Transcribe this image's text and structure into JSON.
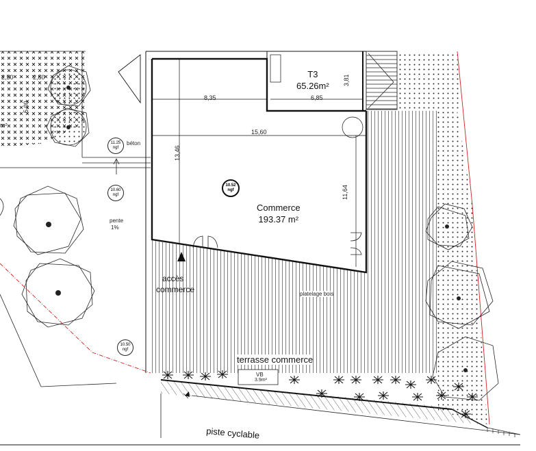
{
  "colors": {
    "line": "#111111",
    "boundary": "#cc2222",
    "hatch": "#222222"
  },
  "rooms": {
    "t3": {
      "name": "T3",
      "area": "65.26m²"
    },
    "commerce": {
      "name": "Commerce",
      "area": "193.37 m²"
    }
  },
  "dimensions": {
    "d835": "8,35",
    "d685": "6,85",
    "d1560": "15,60",
    "d1346": "13,46",
    "d1164": "11,64",
    "d381": "3,81",
    "d250a": "2,50",
    "d250b": "2,50",
    "d500": "5,00"
  },
  "levels": {
    "l1125": {
      "value": "11.25",
      "unit": "ngf"
    },
    "l1060": {
      "value": "10.60",
      "unit": "ngf"
    },
    "l1052": {
      "value": "10.52",
      "unit": "ngf"
    },
    "l1050": {
      "value": "10.50",
      "unit": "ngf"
    }
  },
  "labels": {
    "beton": "béton",
    "pente": "pente",
    "pente_pct": "1%",
    "acces_1": "accès",
    "acces_2": "commerce",
    "platelage": "platelage bois",
    "terrasse": "terrasse commerce",
    "vb": "VB",
    "vb_area": "3.9m²",
    "piste": "piste cyclable",
    "m2": "m²"
  }
}
